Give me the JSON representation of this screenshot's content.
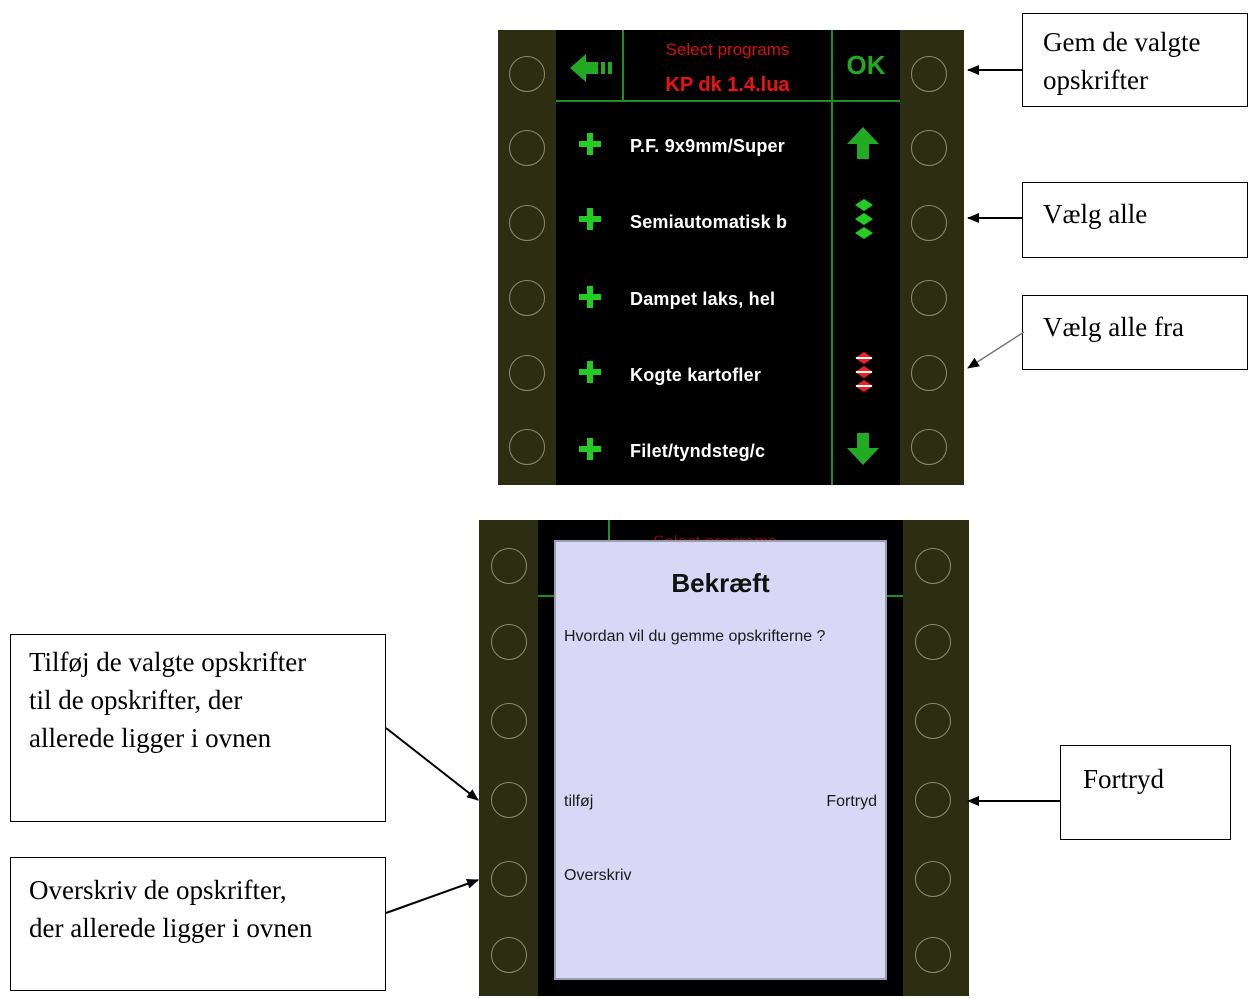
{
  "panel1": {
    "header": {
      "title": "Select programs",
      "file": "KP dk 1.4.lua",
      "back_icon": "back-arrow-icon",
      "ok_label": "OK"
    },
    "rows": [
      {
        "label": "P.F. 9x9mm/Super"
      },
      {
        "label": "Semiautomatisk b"
      },
      {
        "label": "Dampet laks, hel"
      },
      {
        "label": "Kogte kartofler"
      },
      {
        "label": "Filet/tyndsteg/c"
      }
    ],
    "right_icons": {
      "up": "arrow-up-icon",
      "select_all": "select-all-icon",
      "deselect_all": "deselect-all-icon",
      "down": "arrow-down-icon"
    },
    "colors": {
      "green": "#22cc22",
      "red": "#ee1111",
      "frame": "#2d2d12"
    }
  },
  "panel2": {
    "header_partial": "Select programs",
    "dialog": {
      "title": "Bekræft",
      "question": "Hvordan vil du gemme opskrifterne ?",
      "add_label": "tilføj",
      "cancel_label": "Fortryd",
      "overwrite_label": "Overskriv",
      "bg_color": "#d8d8f6"
    }
  },
  "callouts": {
    "save": [
      "Gem de valgte",
      "opskrifter"
    ],
    "select_all": [
      "Vælg alle"
    ],
    "deselect_all": [
      "Vælg alle fra"
    ],
    "add": [
      "Tilføj de valgte opskrifter",
      "til de opskrifter, der",
      "allerede ligger i ovnen"
    ],
    "overwrite": [
      "Overskriv de opskrifter,",
      "der allerede ligger i ovnen"
    ],
    "cancel": [
      "Fortryd"
    ]
  }
}
